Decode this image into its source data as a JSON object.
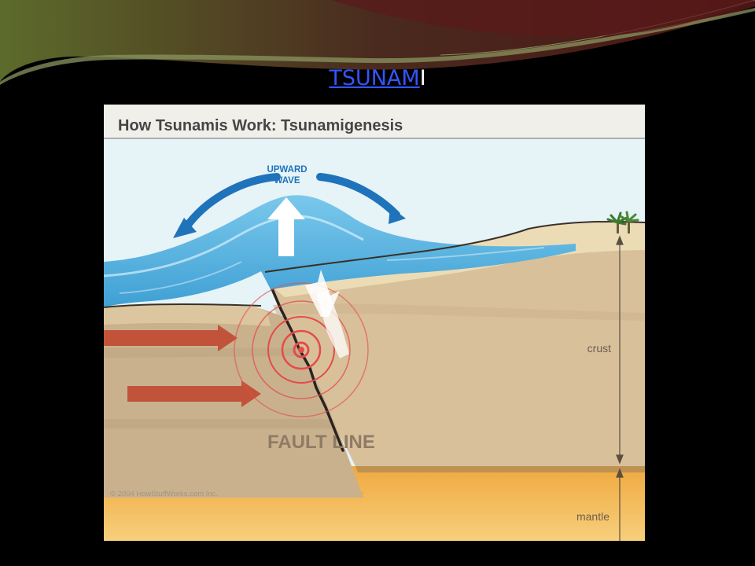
{
  "slide": {
    "title_link": "TSUNAM",
    "title_rest": "I"
  },
  "diagram": {
    "title": "How Tsunamis Work: Tsunamigenesis",
    "upward_wave_line1": "UPWARD",
    "upward_wave_line2": "WAVE",
    "fault_line": "FAULT LINE",
    "crust": "crust",
    "mantle": "mantle",
    "copyright": "© 2004 HowStuffWorks.com Inc."
  },
  "colors": {
    "background": "#000000",
    "swoosh_green": "#5c6b2b",
    "swoosh_red": "#5a1a1a",
    "link_blue": "#3355ff",
    "water_blue": "#59b7e3",
    "arrow_blue": "#1f73bb",
    "plate_arrow_red": "#c2533b",
    "seismic_red": "#e54b4b",
    "crust_tan": "#c8b08a",
    "mantle_orange": "#f0b14e"
  },
  "icons": [
    "palm-trees-icon",
    "epicenter-icon"
  ]
}
